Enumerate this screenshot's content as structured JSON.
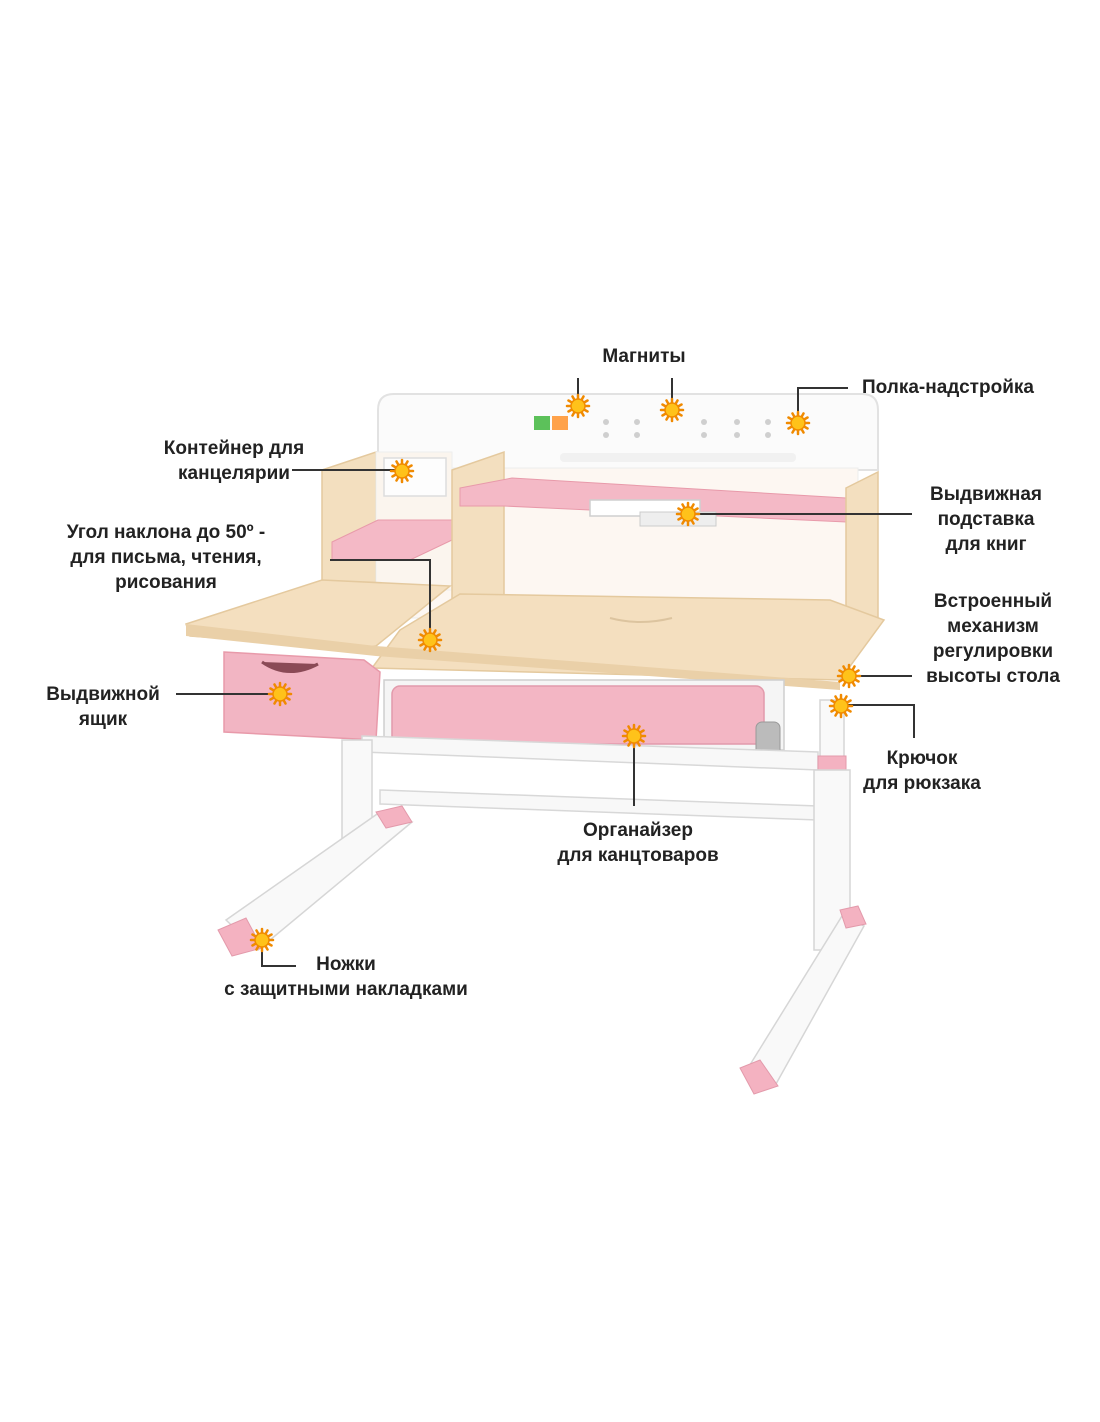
{
  "colors": {
    "wood": "#f3dfbf",
    "wood_edge": "#e4c99e",
    "pink": "#f2b5c3",
    "pink_dark": "#e89aaa",
    "white_frame": "#f7f7f7",
    "frame_edge": "#dcdcdc",
    "marker": "#ffc21a",
    "marker_edge": "#f08a00",
    "line": "#333333",
    "text": "#222222"
  },
  "labels": {
    "magnets": {
      "lines": [
        "Магниты"
      ]
    },
    "shelf": {
      "lines": [
        "Полка-надстройка"
      ]
    },
    "container": {
      "lines": [
        "Контейнер для",
        "канцелярии"
      ]
    },
    "tilt": {
      "lines": [
        "Угол наклона до 50º -",
        "для письма, чтения,",
        "рисования"
      ]
    },
    "bookstand": {
      "lines": [
        "Выдвижная",
        "подставка",
        "для книг"
      ]
    },
    "height": {
      "lines": [
        "Встроенный",
        "механизм",
        "регулировки",
        "высоты стола"
      ]
    },
    "drawer": {
      "lines": [
        "Выдвижной",
        "ящик"
      ]
    },
    "hook": {
      "lines": [
        "Крючок",
        "для рюкзака"
      ]
    },
    "organizer": {
      "lines": [
        "Органайзер",
        "для канцтоваров"
      ]
    },
    "legs": {
      "lines": [
        "Ножки",
        "с  защитными накладками"
      ]
    }
  },
  "icons": [
    "desk-illustration",
    "callout-marker-icon"
  ]
}
